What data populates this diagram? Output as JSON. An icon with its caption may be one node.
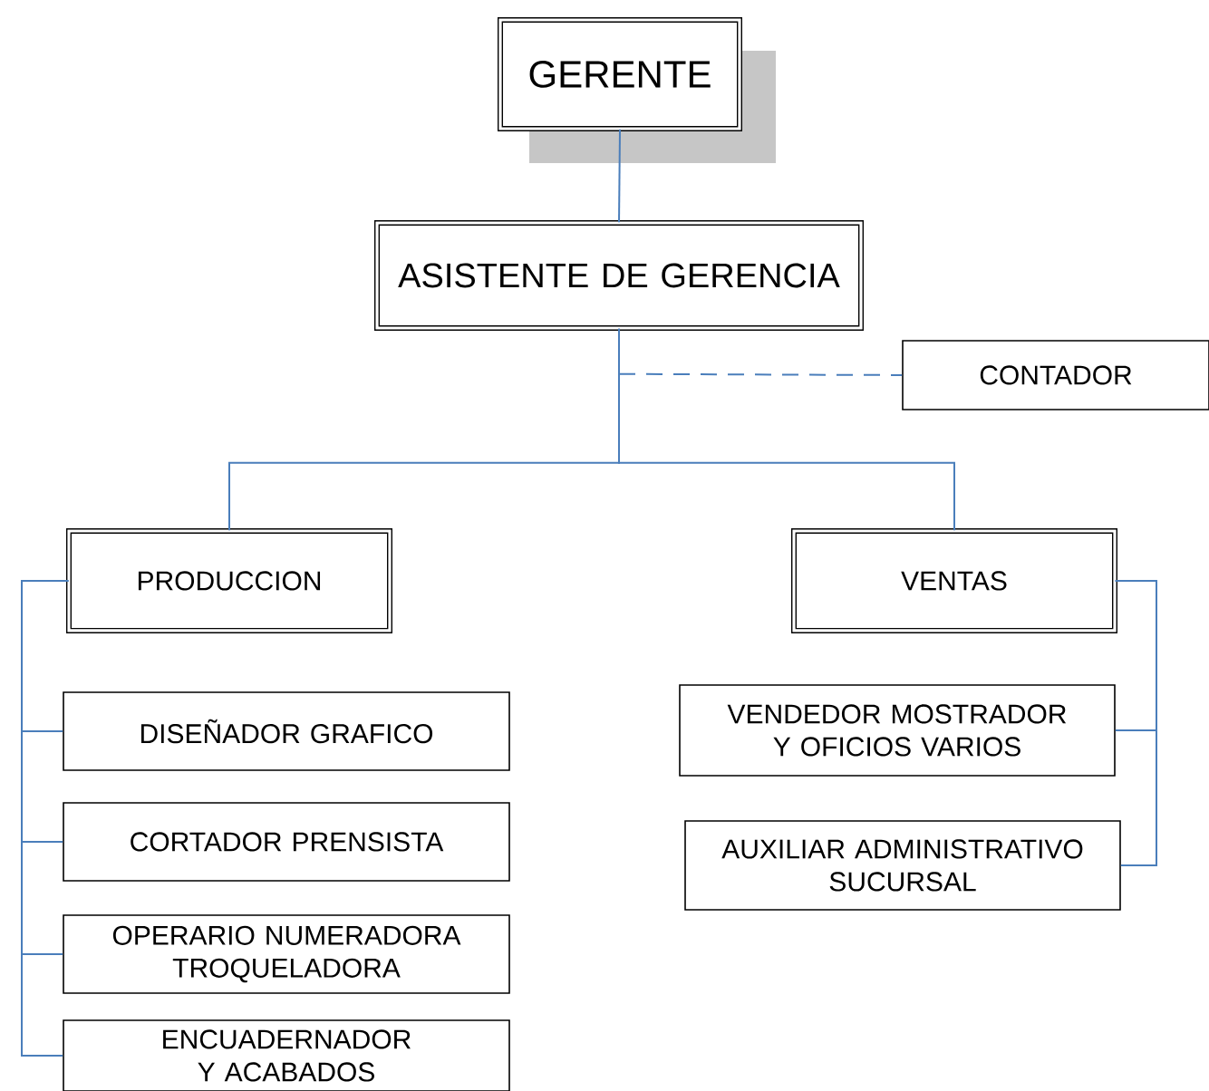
{
  "diagram": {
    "nodes": [
      {
        "text": [
          "GERENTE"
        ]
      },
      {
        "text": [
          "ASISTENTE DE GERENCIA"
        ]
      },
      {
        "text": [
          "CONTADOR"
        ]
      },
      {
        "text": [
          "PRODUCCION"
        ]
      },
      {
        "text": [
          "VENTAS"
        ]
      },
      {
        "text": [
          "DISEÑADOR GRAFICO"
        ]
      },
      {
        "text": [
          "CORTADOR PRENSISTA"
        ]
      },
      {
        "text": [
          "OPERARIO NUMERADORA TROQUELADORA"
        ]
      },
      {
        "text": [
          "ENCUADERNADOR Y ACABADOS"
        ]
      },
      {
        "text": [
          "VENDEDOR MOSTRADOR Y OFICIOS VARIOS"
        ]
      },
      {
        "text": [
          "AUXILIAR ADMINISTRATIVO SUCURSAL"
        ]
      }
    ],
    "edges": [
      {
        "from": 0,
        "to": 1,
        "arrow": "none"
      },
      {
        "from": 1,
        "to": 2,
        "arrow": "none",
        "style": "dashed"
      },
      {
        "from": 1,
        "to": 3,
        "arrow": "none"
      },
      {
        "from": 1,
        "to": 4,
        "arrow": "none"
      },
      {
        "from": 3,
        "to": 5,
        "arrow": "none"
      },
      {
        "from": 3,
        "to": 6,
        "arrow": "none"
      },
      {
        "from": 3,
        "to": 7,
        "arrow": "none"
      },
      {
        "from": 3,
        "to": 8,
        "arrow": "none"
      },
      {
        "from": 4,
        "to": 9,
        "arrow": "none"
      },
      {
        "from": 4,
        "to": 10,
        "arrow": "none"
      }
    ]
  }
}
